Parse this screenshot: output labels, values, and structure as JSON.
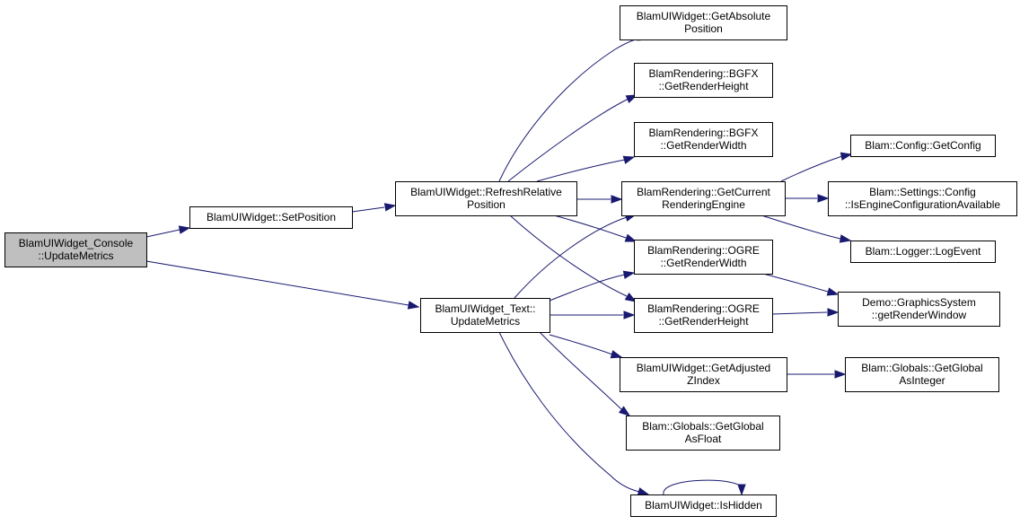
{
  "nodes": {
    "console_update_metrics": {
      "lines": [
        "BlamUIWidget_Console",
        "::UpdateMetrics"
      ]
    },
    "set_position": {
      "lines": [
        "BlamUIWidget::SetPosition"
      ]
    },
    "refresh_relative_position": {
      "lines": [
        "BlamUIWidget::RefreshRelative",
        "Position"
      ]
    },
    "text_update_metrics": {
      "lines": [
        "BlamUIWidget_Text::",
        "UpdateMetrics"
      ]
    },
    "get_absolute_position": {
      "lines": [
        "BlamUIWidget::GetAbsolute",
        "Position"
      ]
    },
    "bgfx_get_render_height": {
      "lines": [
        "BlamRendering::BGFX",
        "::GetRenderHeight"
      ]
    },
    "bgfx_get_render_width": {
      "lines": [
        "BlamRendering::BGFX",
        "::GetRenderWidth"
      ]
    },
    "get_current_rendering_engine": {
      "lines": [
        "BlamRendering::GetCurrent",
        "RenderingEngine"
      ]
    },
    "ogre_get_render_width": {
      "lines": [
        "BlamRendering::OGRE",
        "::GetRenderWidth"
      ]
    },
    "ogre_get_render_height": {
      "lines": [
        "BlamRendering::OGRE",
        "::GetRenderHeight"
      ]
    },
    "get_adjusted_zindex": {
      "lines": [
        "BlamUIWidget::GetAdjusted",
        "ZIndex"
      ]
    },
    "get_global_as_float": {
      "lines": [
        "Blam::Globals::GetGlobal",
        "AsFloat"
      ]
    },
    "is_hidden": {
      "lines": [
        "BlamUIWidget::IsHidden"
      ]
    },
    "config_get_config": {
      "lines": [
        "Blam::Config::GetConfig"
      ]
    },
    "is_engine_configuration_available": {
      "lines": [
        "Blam::Settings::Config",
        "::IsEngineConfigurationAvailable"
      ]
    },
    "logger_log_event": {
      "lines": [
        "Blam::Logger::LogEvent"
      ]
    },
    "get_render_window": {
      "lines": [
        "Demo::GraphicsSystem",
        "::getRenderWindow"
      ]
    },
    "get_global_as_integer": {
      "lines": [
        "Blam::Globals::GetGlobal",
        "AsInteger"
      ]
    }
  },
  "edges": [
    {
      "from": "console_update_metrics",
      "to": "set_position"
    },
    {
      "from": "console_update_metrics",
      "to": "text_update_metrics"
    },
    {
      "from": "set_position",
      "to": "refresh_relative_position"
    },
    {
      "from": "refresh_relative_position",
      "to": "get_absolute_position"
    },
    {
      "from": "refresh_relative_position",
      "to": "bgfx_get_render_height"
    },
    {
      "from": "refresh_relative_position",
      "to": "bgfx_get_render_width"
    },
    {
      "from": "refresh_relative_position",
      "to": "get_current_rendering_engine"
    },
    {
      "from": "refresh_relative_position",
      "to": "ogre_get_render_width"
    },
    {
      "from": "refresh_relative_position",
      "to": "ogre_get_render_height"
    },
    {
      "from": "text_update_metrics",
      "to": "get_current_rendering_engine"
    },
    {
      "from": "text_update_metrics",
      "to": "ogre_get_render_width"
    },
    {
      "from": "text_update_metrics",
      "to": "ogre_get_render_height"
    },
    {
      "from": "text_update_metrics",
      "to": "get_adjusted_zindex"
    },
    {
      "from": "text_update_metrics",
      "to": "get_global_as_float"
    },
    {
      "from": "text_update_metrics",
      "to": "is_hidden"
    },
    {
      "from": "get_current_rendering_engine",
      "to": "config_get_config"
    },
    {
      "from": "get_current_rendering_engine",
      "to": "is_engine_configuration_available"
    },
    {
      "from": "get_current_rendering_engine",
      "to": "logger_log_event"
    },
    {
      "from": "ogre_get_render_width",
      "to": "get_render_window"
    },
    {
      "from": "ogre_get_render_height",
      "to": "get_render_window"
    },
    {
      "from": "get_adjusted_zindex",
      "to": "get_global_as_integer"
    },
    {
      "from": "is_hidden",
      "to": "is_hidden"
    }
  ],
  "colors": {
    "edge": "#191970",
    "root_fill": "#bfbfbf",
    "node_fill": "#ffffff",
    "node_border": "#000000"
  }
}
